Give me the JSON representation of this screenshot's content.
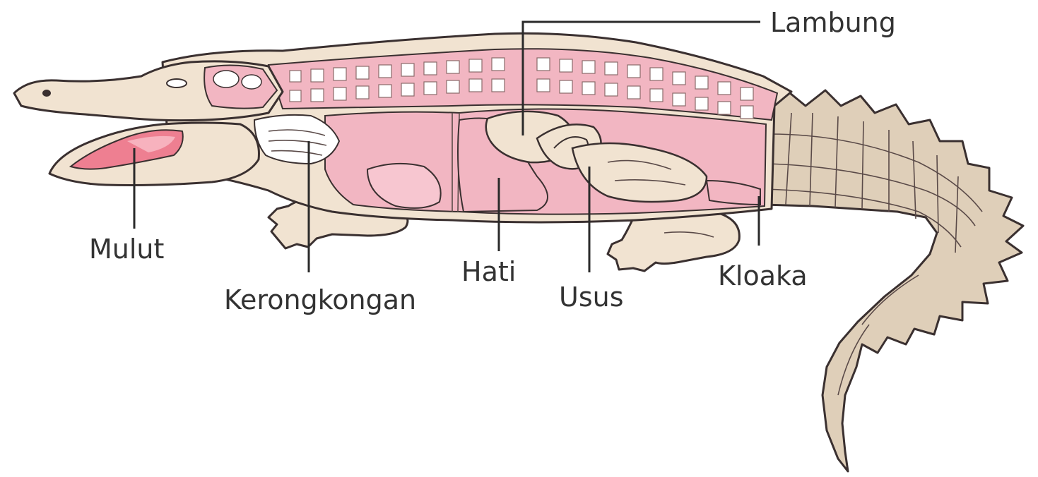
{
  "labels": {
    "lambung": "Lambung",
    "mulut": "Mulut",
    "kerongkongan": "Kerongkongan",
    "hati": "Hati",
    "usus": "Usus",
    "kloaka": "Kloaka"
  },
  "colors": {
    "skin": "#f1e3d1",
    "organ_pink": "#f2b6c2",
    "mouth_pink": "#ee7f91",
    "tail_tan": "#dfcfb9",
    "outline": "#3a3030",
    "label_text": "#333333"
  }
}
